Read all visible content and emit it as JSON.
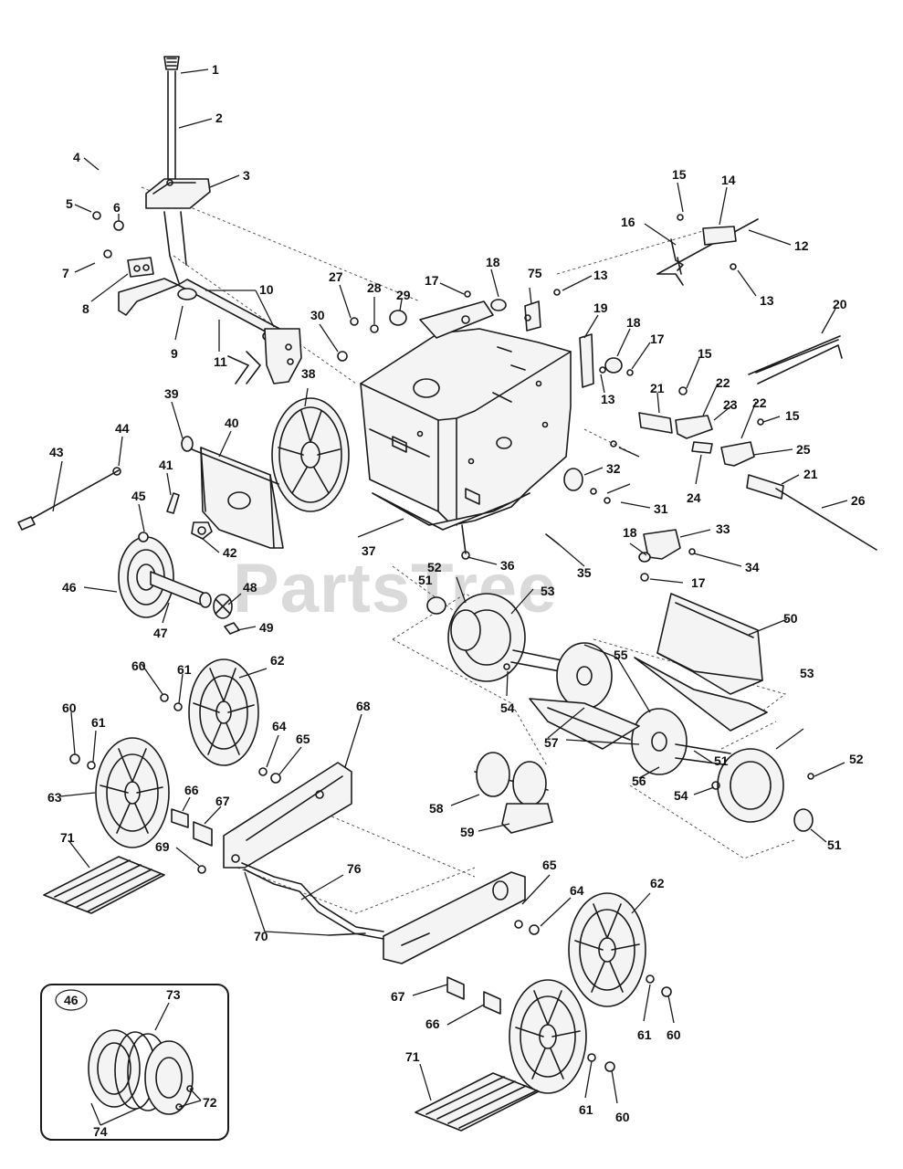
{
  "watermark": "PartsTree",
  "inset": {
    "label": "46"
  },
  "callouts": [
    "1",
    "2",
    "3",
    "4",
    "5",
    "6",
    "7",
    "8",
    "9",
    "10",
    "11",
    "12",
    "13",
    "14",
    "15",
    "16",
    "17",
    "18",
    "19",
    "20",
    "21",
    "22",
    "23",
    "24",
    "25",
    "26",
    "27",
    "28",
    "29",
    "30",
    "31",
    "32",
    "33",
    "34",
    "35",
    "36",
    "37",
    "38",
    "39",
    "40",
    "41",
    "42",
    "43",
    "44",
    "45",
    "46",
    "47",
    "48",
    "49",
    "50",
    "51",
    "52",
    "53",
    "54",
    "55",
    "56",
    "57",
    "58",
    "59",
    "60",
    "61",
    "62",
    "63",
    "64",
    "65",
    "66",
    "67",
    "68",
    "69",
    "70",
    "71",
    "72",
    "73",
    "74",
    "75",
    "76"
  ]
}
